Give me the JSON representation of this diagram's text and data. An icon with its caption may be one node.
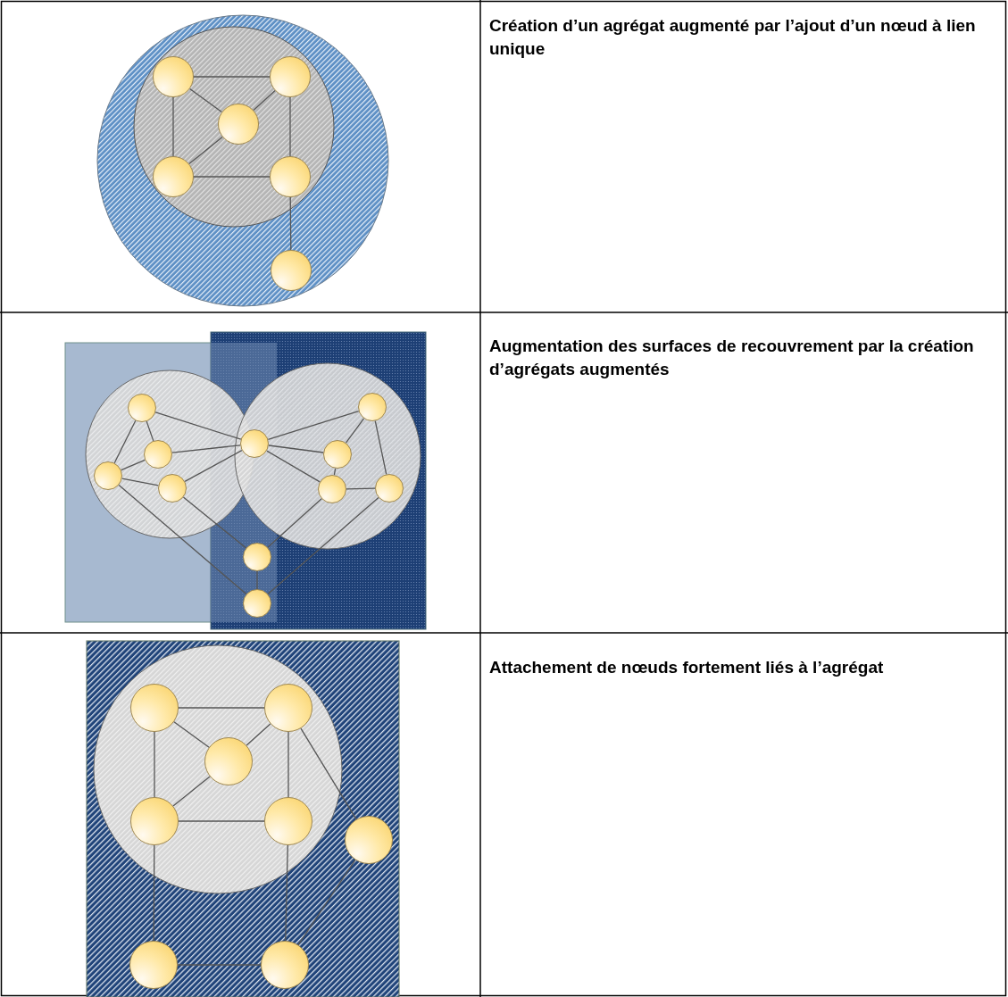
{
  "diagram": {
    "nodes": [
      {
        "text": [],
        "shape": "circle"
      },
      {
        "text": [],
        "shape": "circle"
      },
      {
        "text": [],
        "shape": "circle"
      },
      {
        "text": [],
        "shape": "circle"
      },
      {
        "text": [],
        "shape": "circle"
      },
      {
        "text": [],
        "shape": "circle"
      },
      {
        "text": [],
        "shape": "circle"
      },
      {
        "text": [],
        "shape": "circle"
      },
      {
        "text": [],
        "shape": "circle"
      },
      {
        "text": [],
        "shape": "circle"
      },
      {
        "text": [],
        "shape": "circle"
      },
      {
        "text": [],
        "shape": "circle"
      },
      {
        "text": [],
        "shape": "circle"
      },
      {
        "text": [],
        "shape": "circle"
      },
      {
        "text": [],
        "shape": "circle"
      },
      {
        "text": [],
        "shape": "circle"
      },
      {
        "text": [],
        "shape": "circle"
      },
      {
        "text": [],
        "shape": "circle"
      },
      {
        "text": [],
        "shape": "circle"
      },
      {
        "text": [],
        "shape": "circle"
      },
      {
        "text": [],
        "shape": "circle"
      },
      {
        "text": [],
        "shape": "circle"
      },
      {
        "text": [],
        "shape": "circle"
      },
      {
        "text": [],
        "shape": "circle"
      },
      {
        "text": [],
        "shape": "circle"
      }
    ],
    "edges": [
      {
        "from": 0,
        "to": 1,
        "arrow": "none"
      },
      {
        "from": 0,
        "to": 2,
        "arrow": "none"
      },
      {
        "from": 1,
        "to": 2,
        "arrow": "none"
      },
      {
        "from": 0,
        "to": 3,
        "arrow": "none"
      },
      {
        "from": 1,
        "to": 4,
        "arrow": "none"
      },
      {
        "from": 2,
        "to": 3,
        "arrow": "none"
      },
      {
        "from": 3,
        "to": 4,
        "arrow": "none"
      },
      {
        "from": 4,
        "to": 5,
        "arrow": "none"
      },
      {
        "from": 6,
        "to": 7,
        "arrow": "none"
      },
      {
        "from": 6,
        "to": 8,
        "arrow": "none"
      },
      {
        "from": 6,
        "to": 10,
        "arrow": "none"
      },
      {
        "from": 7,
        "to": 8,
        "arrow": "none"
      },
      {
        "from": 7,
        "to": 10,
        "arrow": "none"
      },
      {
        "from": 8,
        "to": 9,
        "arrow": "none"
      },
      {
        "from": 9,
        "to": 10,
        "arrow": "none"
      },
      {
        "from": 8,
        "to": 16,
        "arrow": "none"
      },
      {
        "from": 9,
        "to": 15,
        "arrow": "none"
      },
      {
        "from": 15,
        "to": 16,
        "arrow": "none"
      },
      {
        "from": 10,
        "to": 11,
        "arrow": "none"
      },
      {
        "from": 10,
        "to": 12,
        "arrow": "none"
      },
      {
        "from": 10,
        "to": 13,
        "arrow": "none"
      },
      {
        "from": 11,
        "to": 12,
        "arrow": "none"
      },
      {
        "from": 11,
        "to": 14,
        "arrow": "none"
      },
      {
        "from": 12,
        "to": 13,
        "arrow": "none"
      },
      {
        "from": 13,
        "to": 14,
        "arrow": "none"
      },
      {
        "from": 13,
        "to": 15,
        "arrow": "none"
      },
      {
        "from": 14,
        "to": 16,
        "arrow": "none"
      },
      {
        "from": 17,
        "to": 18,
        "arrow": "none"
      },
      {
        "from": 17,
        "to": 19,
        "arrow": "none"
      },
      {
        "from": 18,
        "to": 19,
        "arrow": "none"
      },
      {
        "from": 17,
        "to": 20,
        "arrow": "none"
      },
      {
        "from": 18,
        "to": 21,
        "arrow": "none"
      },
      {
        "from": 19,
        "to": 20,
        "arrow": "none"
      },
      {
        "from": 20,
        "to": 21,
        "arrow": "none"
      },
      {
        "from": 18,
        "to": 22,
        "arrow": "none"
      },
      {
        "from": 20,
        "to": 23,
        "arrow": "none"
      },
      {
        "from": 21,
        "to": 24,
        "arrow": "none"
      },
      {
        "from": 23,
        "to": 24,
        "arrow": "none"
      },
      {
        "from": 22,
        "to": 24,
        "arrow": "none"
      }
    ],
    "labels": [
      "Création d’un agrégat augmenté par l’ajout d’un nœud à lien unique",
      "Augmentation des surfaces de recouvrement par la création d’agrégats augmentés",
      "Attachement de nœuds fortement liés à l’agrégat"
    ]
  }
}
